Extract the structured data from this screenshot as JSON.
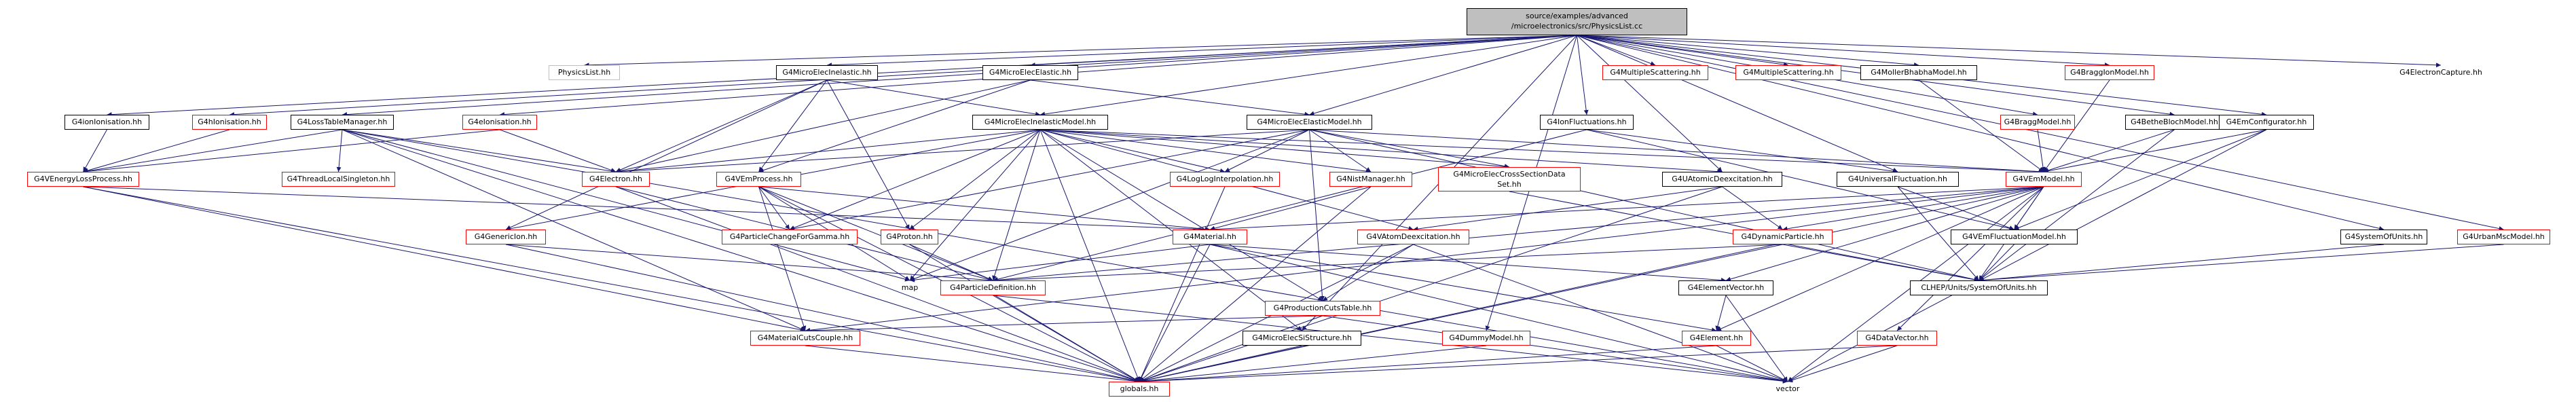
{
  "root": {
    "line1": "source/examples/advanced",
    "line2": "/microelectronics/src/PhysicsList.cc"
  },
  "colors": {
    "edge": "#191970",
    "normal_border": "#000000",
    "missing_border": "#ff0000",
    "external_border": "#bfbfbf",
    "root_fill": "#bfbfbf"
  },
  "nodes": {
    "physicslist": "PhysicsList.hh",
    "ionisation": "G4ionIonisation.hh",
    "hionisation": "G4hIonisation.hh",
    "losstable": "G4LossTableManager.hh",
    "eionisation": "G4eIonisation.hh",
    "microinelastic": "G4MicroElecInelastic.hh",
    "microelastic": "G4MicroElecElastic.hh",
    "microinelasticmodel": "G4MicroElecInelasticModel.hh",
    "microelasticmodel": "G4MicroElecElasticModel.hh",
    "ionfluct": "G4IonFluctuations.hh",
    "mscat1": "G4MultipleScattering.hh",
    "mscat2": "G4MultipleScattering.hh",
    "mollerbhabha": "G4MollerBhabhaModel.hh",
    "bragg": "G4BraggModel.hh",
    "braggion": "G4BraggIonModel.hh",
    "betheblock": "G4BetheBlochModel.hh",
    "emconfig": "G4EmConfigurator.hh",
    "electroncapture": "G4ElectronCapture.hh",
    "venergyloss": "G4VEnergyLossProcess.hh",
    "threadlocal": "G4ThreadLocalSingleton.hh",
    "electron": "G4Electron.hh",
    "vemprocess": "G4VEmProcess.hh",
    "loglog": "G4LogLogInterpolation.hh",
    "nistmanager": "G4NistManager.hh",
    "crosssection1": "G4MicroElecCrossSectionData",
    "crosssection2": "Set.hh",
    "uatomic": "G4UAtomicDeexcitation.hh",
    "universalfluct": "G4UniversalFluctuation.hh",
    "vemmodel": "G4VEmModel.hh",
    "systemofunits": "G4SystemOfUnits.hh",
    "urban": "G4UrbanMscModel.hh",
    "genericion": "G4GenericIon.hh",
    "pcgamma": "G4ParticleChangeForGamma.hh",
    "proton": "G4Proton.hh",
    "material": "G4Material.hh",
    "vatomdeex": "G4VAtomDeexcitation.hh",
    "dynamicparticle": "G4DynamicParticle.hh",
    "vemfluct": "G4VEmFluctuationModel.hh",
    "map": "map",
    "particledef": "G4ParticleDefinition.hh",
    "prodcuts": "G4ProductionCutsTable.hh",
    "elementvector": "G4ElementVector.hh",
    "clhepunits": "CLHEP/Units/SystemOfUnits.hh",
    "matcuts": "G4MaterialCutsCouple.hh",
    "sistructure": "G4MicroElecSiStructure.hh",
    "dummymodel": "G4DummyModel.hh",
    "element": "G4Element.hh",
    "datavector": "G4DataVector.hh",
    "globals": "globals.hh",
    "vector": "vector"
  }
}
